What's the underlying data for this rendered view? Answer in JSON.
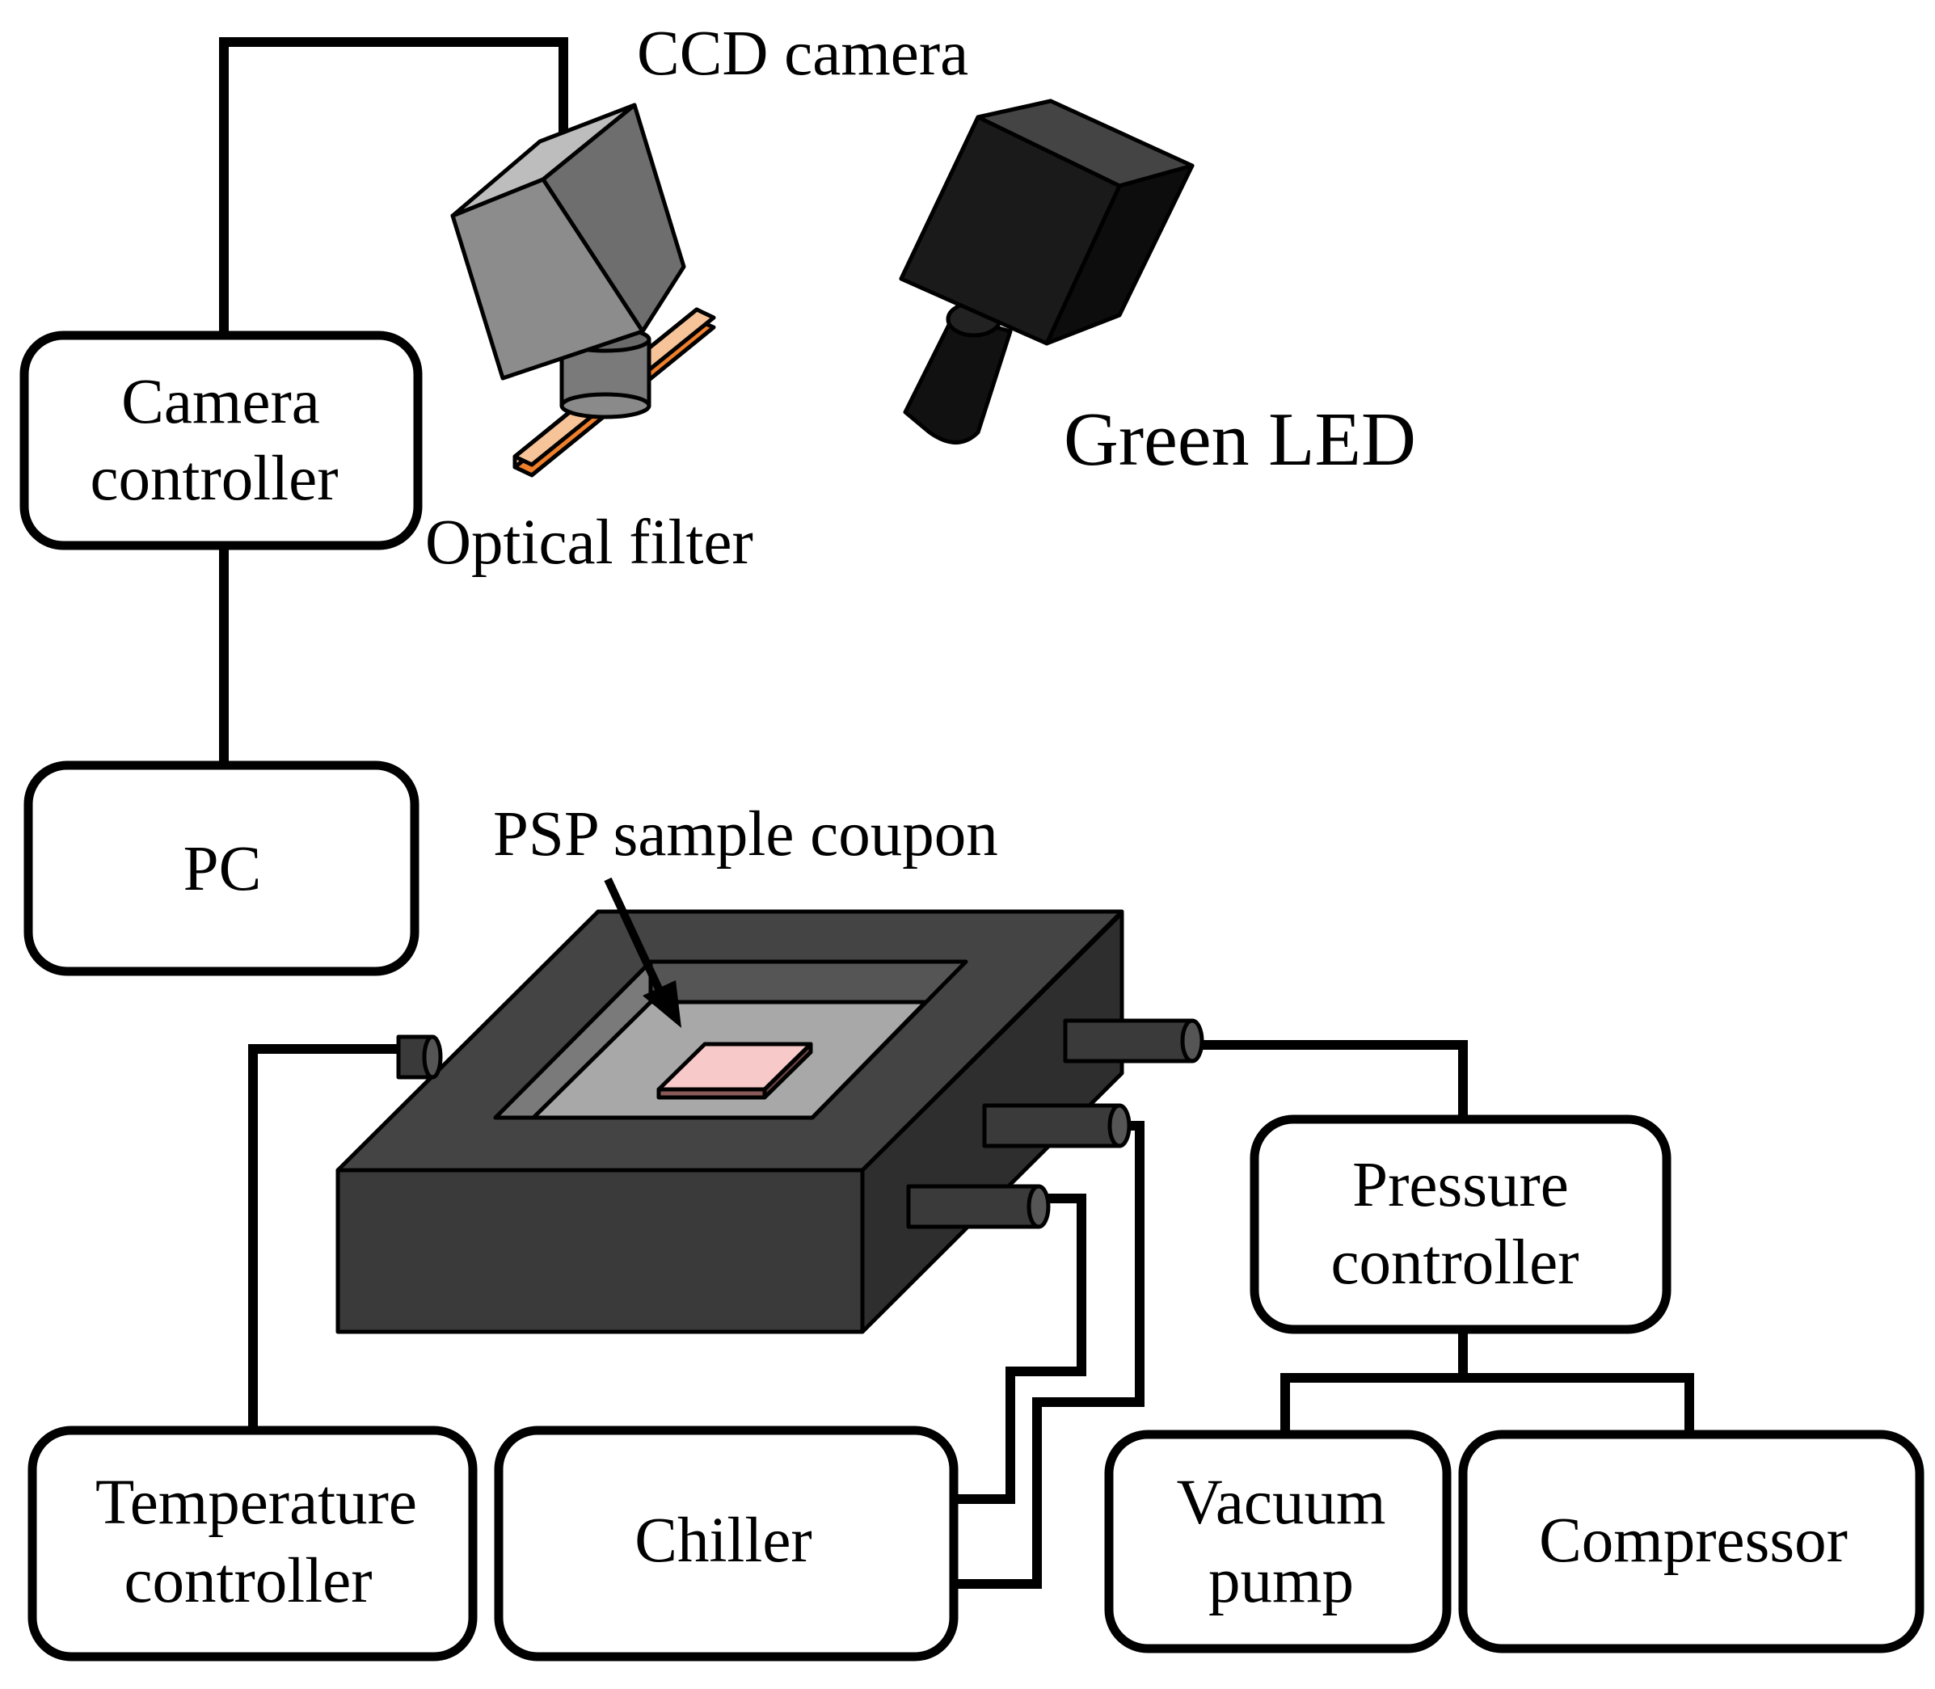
{
  "labels": {
    "ccd_camera": "CCD camera",
    "green_led": "Green LED",
    "optical_filter": "Optical filter",
    "psp_sample_coupon": "PSP sample coupon"
  },
  "boxes": {
    "camera_controller": [
      "Camera",
      "controller"
    ],
    "pc": "PC",
    "temperature_controller": [
      "Temperature",
      "controller"
    ],
    "chiller": "Chiller",
    "pressure_controller": [
      "Pressure",
      "controller"
    ],
    "vacuum_pump": [
      "Vacuum",
      "pump"
    ],
    "compressor": "Compressor"
  },
  "colors": {
    "camera_body": "#8c8c8c",
    "led_body": "#1a1a1a",
    "optical_filter": "#f7c49a",
    "optical_filter_edge": "#ef7f2a",
    "chamber": "#3a3a3a",
    "chamber_window": "#a8a8a8",
    "coupon": "#f8c9c9"
  },
  "icons": [
    "camera-icon",
    "led-icon",
    "pressure-chamber-icon"
  ]
}
